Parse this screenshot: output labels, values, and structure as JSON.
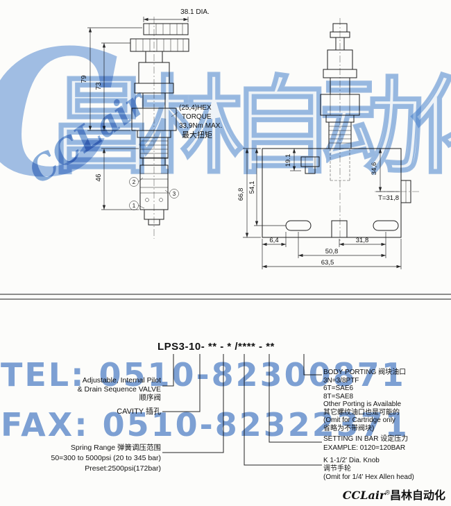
{
  "watermark": {
    "logo_c": "C",
    "logo_text": "CCLair",
    "brand_cn": "昌林自动化",
    "tel": "TEL: 0510-82300871",
    "fax": "FAX: 0510-82322371",
    "color": "#2a6bc0"
  },
  "footer": {
    "logo_latin": "CCLair",
    "logo_mark": "®",
    "logo_cn": "昌林自动化"
  },
  "drawing": {
    "left_valve": {
      "dia_label": "38.1 DIA.",
      "dim_79": "79",
      "dim_73": "73",
      "dim_46": "46",
      "hex_note_line1": "(25,4)HEX",
      "hex_note_line2": "TORQUE",
      "hex_note_line3": "33,9Nm MAX.",
      "hex_note_line4": "最大扭矩",
      "port_1": "1",
      "port_2": "2",
      "port_3": "3"
    },
    "body_block": {
      "dim_19_1": "19.1",
      "dim_34_6": "34,6",
      "dim_66_8": "66,8",
      "dim_54_1": "54,1",
      "thread_label": "T=31,8",
      "dim_6_4": "6,4",
      "dim_31_8": "31,8",
      "dim_50_8": "50,8",
      "dim_63_5": "63,5"
    }
  },
  "ordering": {
    "code": "LPS3-10- ** - * /**** - **",
    "valve_label": {
      "line1": "Adjustable, Internal Pilot",
      "line2": "& Drain Sequence VALVE",
      "line3": "顺序阀"
    },
    "cavity_label": "CAVITY 插孔",
    "spring_label": {
      "line1": "Spring Range  弹簧调压范围",
      "line2": "50=300 to 5000psi (20 to 345 bar)",
      "line3": "Preset:2500psi(172bar)"
    },
    "porting_label": {
      "line1": "BODY PORTING 阀块油口",
      "line2": "3N=3/8PTF",
      "line3": "6T=SAE6",
      "line4": "8T=SAE8",
      "line5": "Other Porting is Available",
      "line6": "其它螺纹油口也是可能的",
      "line7": "(Omit for Cartridge only",
      "line8": "省略为不带阀块)"
    },
    "setting_label": {
      "line1": "SETTING IN BAR 设定压力",
      "line2": "EXAMPLE:  0120=120BAR"
    },
    "knob_label": {
      "line1": "K  1-1/2' Dia.  Knob",
      "line2": "调节手轮",
      "line3": "(Omit for 1/4' Hex Allen head)"
    }
  }
}
